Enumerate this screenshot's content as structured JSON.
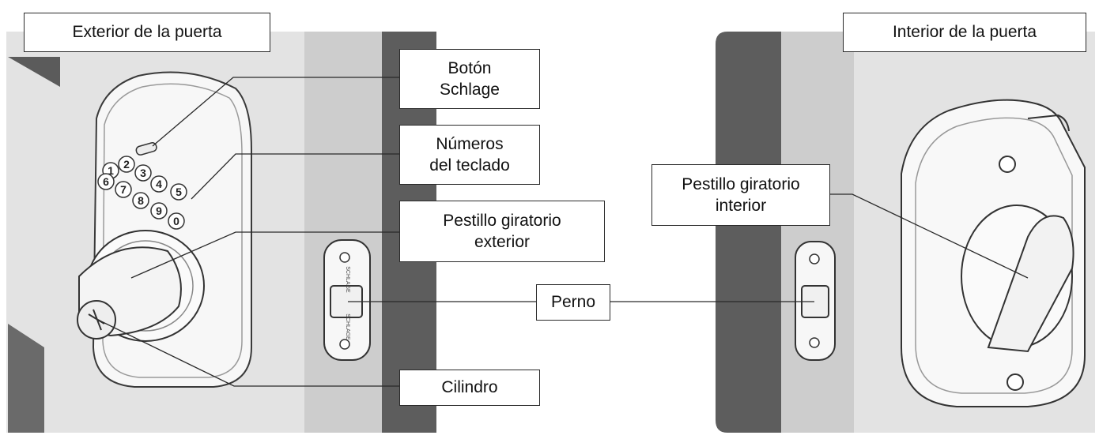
{
  "panels": {
    "exterior_title": "Exterior de la puerta",
    "interior_title": "Interior de la puerta"
  },
  "callouts": {
    "schlage_button": [
      "Botón",
      "Schlage"
    ],
    "keypad_numbers": [
      "Números",
      "del teclado"
    ],
    "exterior_thumbturn": [
      "Pestillo giratorio",
      "exterior"
    ],
    "bolt": [
      "Perno"
    ],
    "cylinder": [
      "Cilindro"
    ],
    "interior_thumbturn": [
      "Pestillo giratorio",
      "interior"
    ]
  },
  "keypad": {
    "keys": [
      "1",
      "2",
      "3",
      "4",
      "5",
      "6",
      "7",
      "8",
      "9",
      "0"
    ]
  },
  "strike_plate": {
    "upper_text": "SCHLAGE",
    "lower_text": "SCHLAGE"
  },
  "colors": {
    "wall_light": "#e3e3e3",
    "door_edge_light": "#cfcfcf",
    "door_edge_dark": "#5d5d5d",
    "line": "#2a2a2a"
  }
}
